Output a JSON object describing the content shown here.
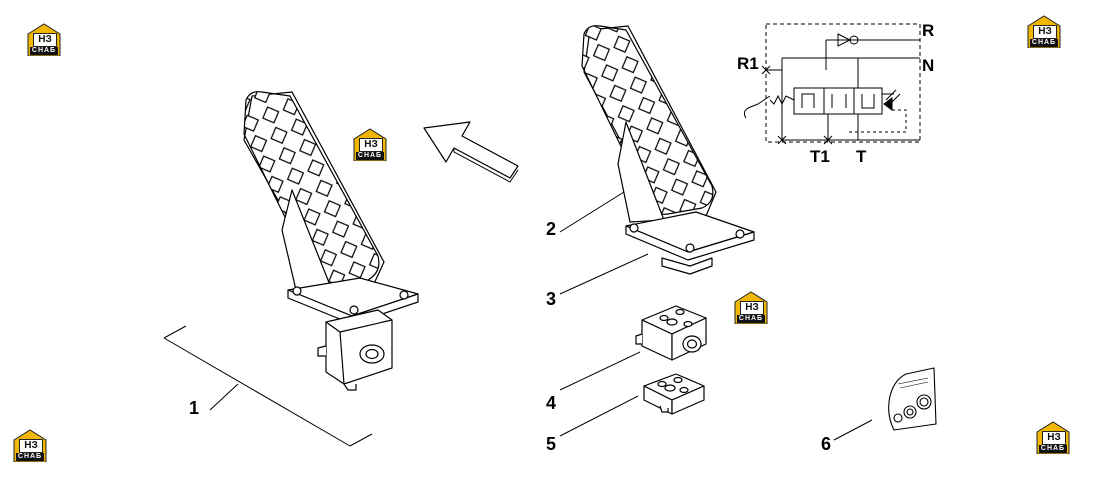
{
  "callouts": {
    "p1": "1",
    "p2": "2",
    "p3": "3",
    "p4": "4",
    "p5": "5",
    "p6": "6"
  },
  "schematic": {
    "port_r": "R",
    "port_r1": "R1",
    "port_n": "N",
    "port_t1": "T1",
    "port_t": "T"
  },
  "logo": {
    "mark": "НЗ",
    "sub": "СНАБ"
  },
  "colors": {
    "line": "#000000",
    "logo_accent": "#f2b705",
    "background": "#ffffff"
  }
}
